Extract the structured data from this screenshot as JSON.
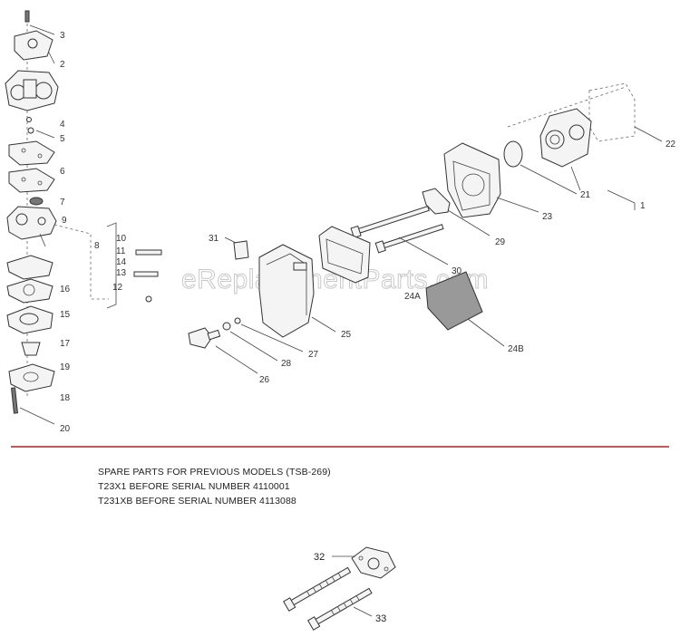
{
  "watermark": "eReplacementParts.com",
  "divider_color": "#b22222",
  "parts_labels": [
    "3",
    "2",
    "4",
    "5",
    "6",
    "7",
    "9",
    "8",
    "10",
    "11",
    "14",
    "13",
    "12",
    "16",
    "15",
    "17",
    "19",
    "18",
    "20",
    "22",
    "1",
    "21",
    "23",
    "29",
    "30",
    "31",
    "24A",
    "24B",
    "25",
    "27",
    "28",
    "26"
  ],
  "notes": {
    "line1": "SPARE PARTS FOR PREVIOUS MODELS (TSB-269)",
    "line2": "T23X1 BEFORE SERIAL NUMBER 4110001",
    "line3": "T231XB BEFORE SERIAL NUMBER 4113088"
  },
  "spare_labels": [
    "32",
    "33"
  ]
}
